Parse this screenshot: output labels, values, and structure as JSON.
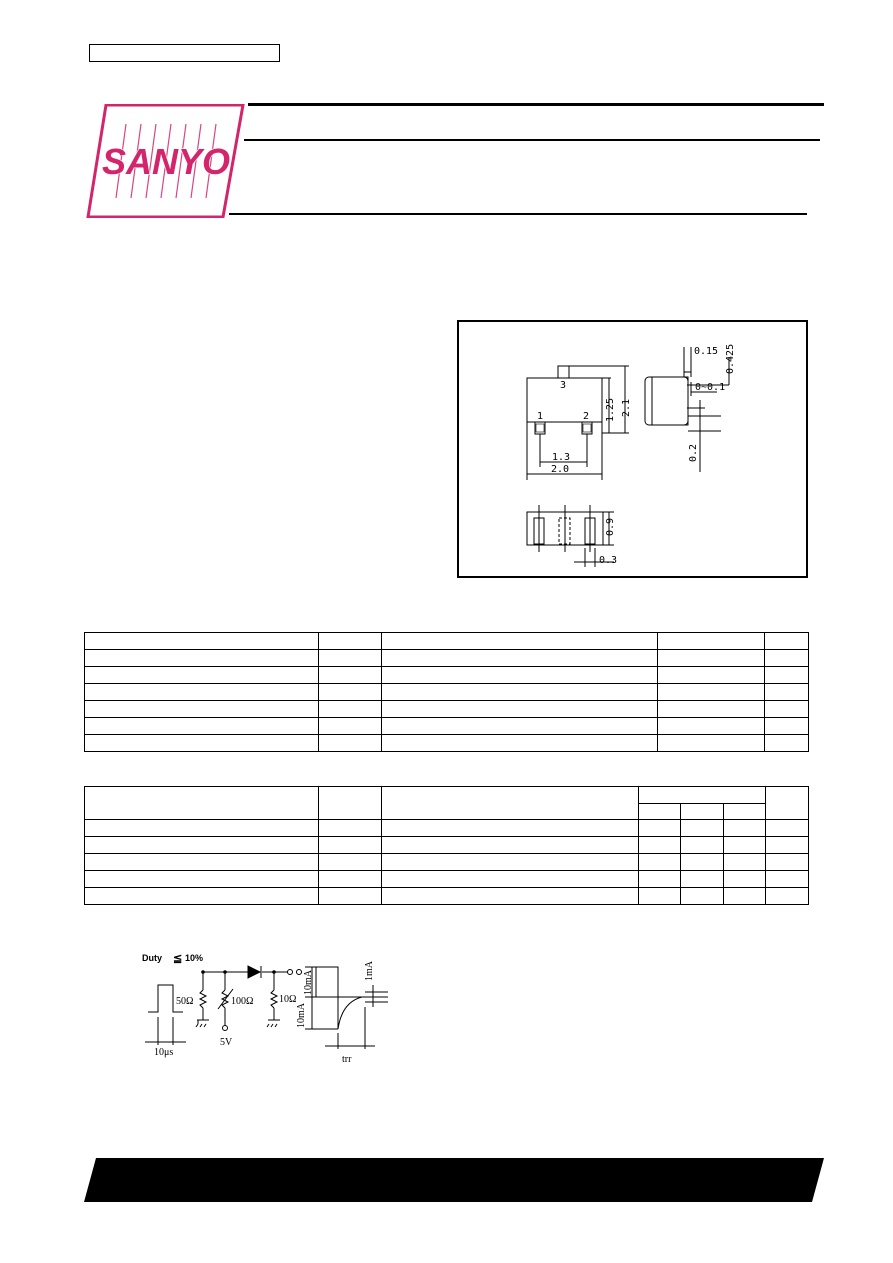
{
  "brand": {
    "logo_text": "SANYO",
    "logo_color": "#d3256b"
  },
  "package_drawing": {
    "top_view": {
      "pin_labels": [
        "3",
        "1",
        "2"
      ],
      "dims": [
        "1.25",
        "2.1",
        "1.3",
        "2.0"
      ]
    },
    "side_view": {
      "dims": [
        "0.15",
        "0.425",
        "0~0.1",
        "0.2"
      ]
    },
    "bottom_view": {
      "dims": [
        "0.9",
        "0.3"
      ]
    }
  },
  "ratings_table": {
    "rows": 7,
    "cols": 5
  },
  "characteristics_table": {
    "rows": 7,
    "cols": 7
  },
  "test_circuit": {
    "duty": "Duty",
    "duty_value": "10%",
    "pulse_width": "10μs",
    "r1": "50Ω",
    "r2": "100Ω",
    "r3": "10Ω",
    "supply": "5V",
    "i_fwd": "10mA",
    "i_rev": "10mA",
    "i_rec": "1mA",
    "trr": "trr"
  }
}
